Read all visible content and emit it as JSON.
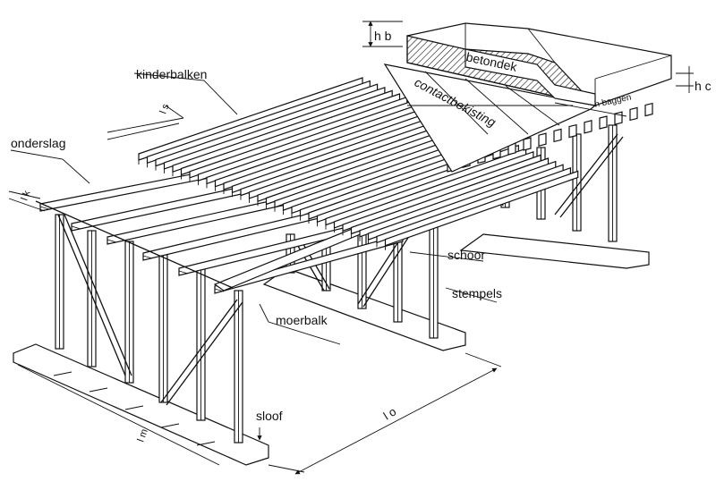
{
  "labels": {
    "kinderbalken": "kinderbalken",
    "onderslag": "onderslag",
    "betondek": "betondek",
    "contactbekisting": "contactbekisting",
    "h_baggen": "h baggen",
    "schoor": "schoor",
    "stempels": "stempels",
    "moerbalk": "moerbalk",
    "sloof": "sloof",
    "hb": "h b",
    "hc": "h c",
    "lo": "l o",
    "lm": "l m",
    "lk": "l k",
    "ls": "l s"
  },
  "colors": {
    "ink": "#111111",
    "paper": "#ffffff"
  }
}
